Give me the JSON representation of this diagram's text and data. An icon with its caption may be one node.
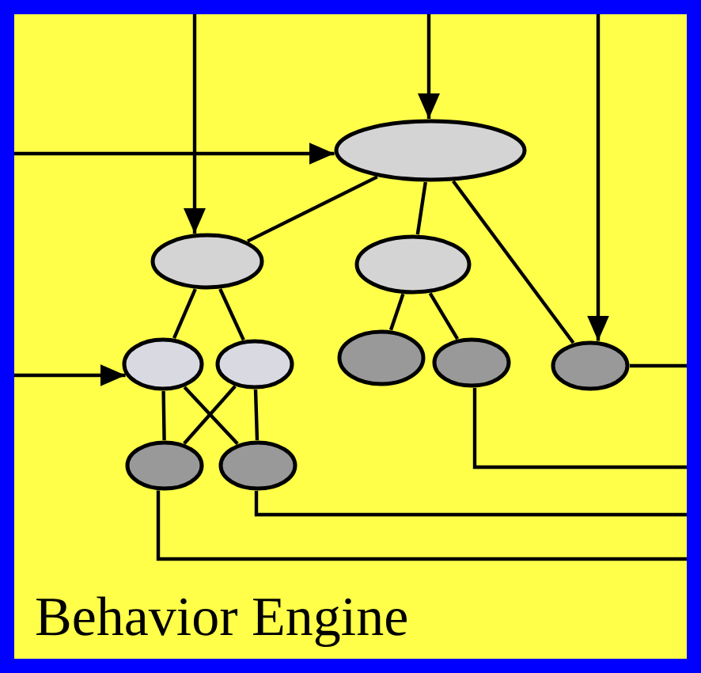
{
  "diagram": {
    "nodes": [
      {
        "text": [
          "Behavior Engine"
        ]
      },
      {
        "text": [],
        "shape": "ellipse",
        "in": 0
      },
      {
        "text": [],
        "shape": "ellipse",
        "in": 0
      },
      {
        "text": [],
        "shape": "ellipse",
        "in": 0
      },
      {
        "text": [],
        "shape": "ellipse",
        "in": 0
      },
      {
        "text": [],
        "shape": "ellipse",
        "in": 0
      },
      {
        "text": [],
        "shape": "ellipse",
        "in": 0
      },
      {
        "text": [],
        "shape": "ellipse",
        "in": 0
      },
      {
        "text": [],
        "shape": "ellipse",
        "in": 0
      },
      {
        "text": [],
        "shape": "ellipse",
        "in": 0
      },
      {
        "text": [],
        "shape": "ellipse",
        "in": 0
      }
    ],
    "edges": [
      {
        "from": null,
        "to": 1,
        "arrow": "to"
      },
      {
        "from": null,
        "to": 1,
        "arrow": "to"
      },
      {
        "from": null,
        "to": 2,
        "arrow": "to"
      },
      {
        "from": null,
        "to": 8,
        "arrow": "to"
      },
      {
        "from": null,
        "to": 4,
        "arrow": "to"
      },
      {
        "from": 1,
        "to": 2,
        "arrow": "none"
      },
      {
        "from": 1,
        "to": 3,
        "arrow": "none"
      },
      {
        "from": 1,
        "to": 8,
        "arrow": "none"
      },
      {
        "from": 2,
        "to": 4,
        "arrow": "none"
      },
      {
        "from": 2,
        "to": 5,
        "arrow": "none"
      },
      {
        "from": 3,
        "to": 6,
        "arrow": "none"
      },
      {
        "from": 3,
        "to": 7,
        "arrow": "none"
      },
      {
        "from": 4,
        "to": 9,
        "arrow": "none"
      },
      {
        "from": 4,
        "to": 10,
        "arrow": "none"
      },
      {
        "from": 5,
        "to": 9,
        "arrow": "none"
      },
      {
        "from": 5,
        "to": 10,
        "arrow": "none"
      },
      {
        "from": 8,
        "to": null,
        "arrow": "none"
      },
      {
        "from": 7,
        "to": null,
        "arrow": "none"
      },
      {
        "from": 10,
        "to": null,
        "arrow": "none"
      },
      {
        "from": 9,
        "to": null,
        "arrow": "none"
      }
    ]
  }
}
